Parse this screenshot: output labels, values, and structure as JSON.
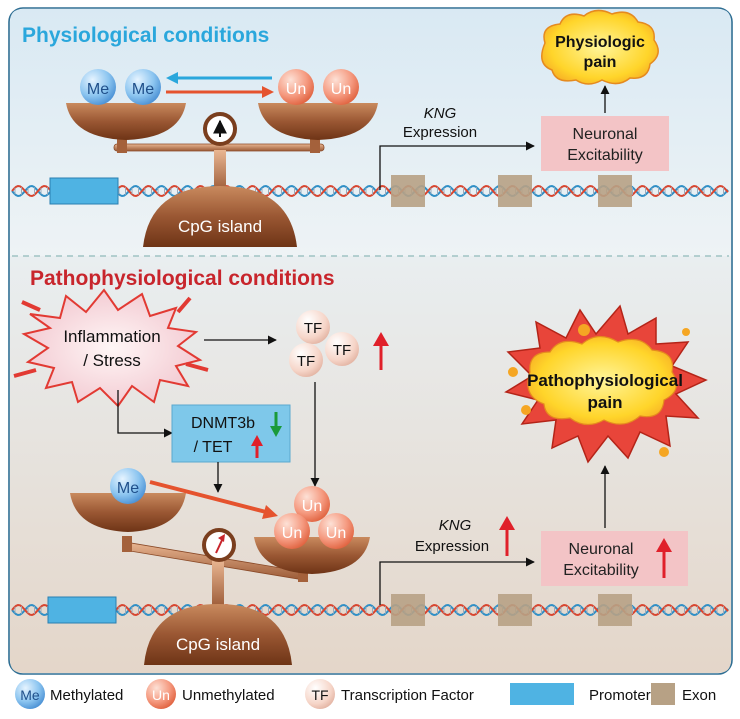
{
  "top": {
    "title": "Physiological conditions",
    "me_label": "Me",
    "un_label": "Un",
    "balance_base": "CpG island",
    "kng_gene": "KNG",
    "kng_expression": "Expression",
    "excitability_line1": "Neuronal",
    "excitability_line2": "Excitability",
    "pain_line1": "Physiologic",
    "pain_line2": "pain"
  },
  "bottom": {
    "title": "Pathophysiological conditions",
    "stress_line1": "Inflammation",
    "stress_line2": "/ Stress",
    "tf_label": "TF",
    "enzyme_line1": "DNMT3b",
    "enzyme_line2": "/ TET",
    "me_label": "Me",
    "un_label": "Un",
    "balance_base": "CpG island",
    "kng_gene": "KNG",
    "kng_expression": "Expression",
    "excitability_line1": "Neuronal",
    "excitability_line2": "Excitability",
    "pain_line1": "Pathophysiological",
    "pain_line2": "pain"
  },
  "legend": {
    "me_icon": "Me",
    "methylated": "Methylated",
    "un_icon": "Un",
    "unmethylated": "Unmethylated",
    "tf_icon": "TF",
    "transcription_factor": "Transcription Factor",
    "promoter": "Promoter",
    "exon": "Exon"
  },
  "colors": {
    "top_title": "#2aa7dc",
    "bottom_title": "#c8252c",
    "up_arrow": "#e0202a",
    "down_arrow": "#1a9a3a",
    "promoter": "#4fb3e3",
    "exon": "#b7a185",
    "excitability_box": "#f3c4c6",
    "enzyme_box": "#7ec8ea"
  }
}
